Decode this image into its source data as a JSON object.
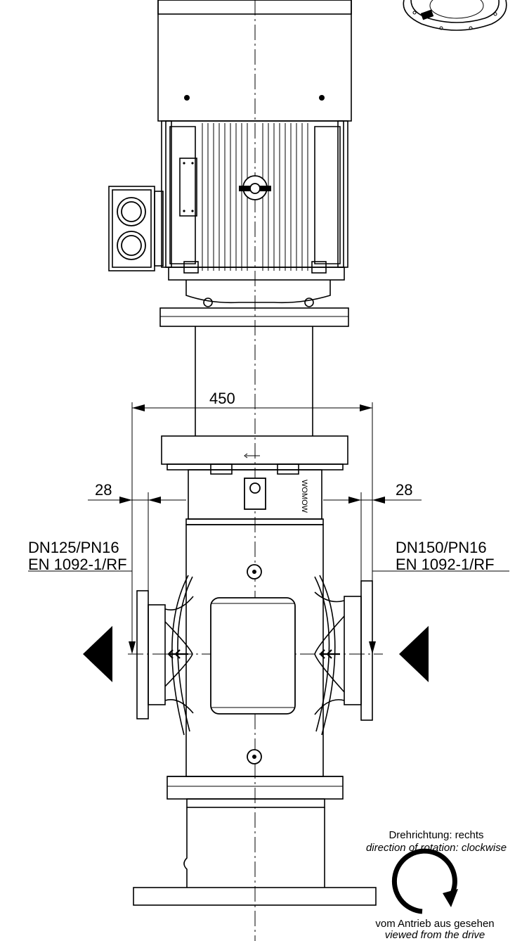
{
  "dimensions": {
    "flange_width": "450",
    "left_offset": "28",
    "right_offset": "28"
  },
  "flanges": {
    "inlet_size": "DN125/PN16",
    "inlet_standard": "EN 1092-1/RF",
    "outlet_size": "DN150/PN16",
    "outlet_standard": "EN 1092-1/RF"
  },
  "rotation": {
    "label_de": "Drehrichtung: rechts",
    "label_en": "direction of rotation: clockwise",
    "view_de": "vom Antrieb aus gesehen",
    "view_en": "viewed from the drive"
  },
  "nameplate_text": "WOMOW"
}
